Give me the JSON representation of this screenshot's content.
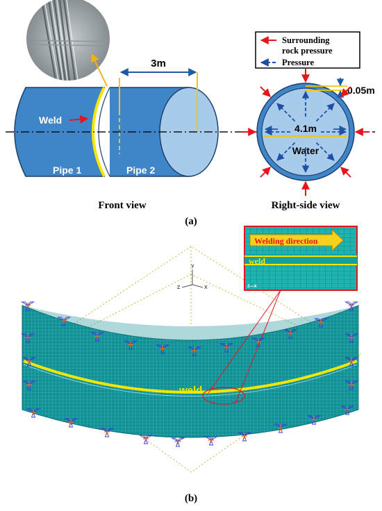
{
  "panel_a": {
    "label": "(a)",
    "front_view": {
      "caption": "Front view",
      "dim_length": "3m",
      "weld_label": "Weld",
      "pipe1_label": "Pipe 1",
      "pipe2_label": "Pipe 2"
    },
    "side_view": {
      "caption": "Right-side view",
      "thickness": "0.05m",
      "diameter": "4.1m",
      "fluid_label": "Water"
    },
    "legend": {
      "rock_pressure_line1": "Surrounding",
      "rock_pressure_line2": "rock pressure",
      "pressure": "Pressure"
    }
  },
  "panel_b": {
    "label": "(b)",
    "weld_label": "weld",
    "inset": {
      "direction_label": "Welding direction",
      "weld_label": "weld",
      "axes_label": "Z—X"
    },
    "axis_triad": {
      "y": "Y",
      "z": "Z",
      "x": "X"
    }
  },
  "colors": {
    "pipe_fill": "#3f86c9",
    "pipe_end": "#a9cbeb",
    "weld": "#f3e600",
    "rock_arrow": "#e8141b",
    "pressure_arrow": "#1f4fa3",
    "dimension": "#1e5aa8",
    "fem_mesh": "#1aa6a6",
    "bc_marker": "#3a3ad8"
  }
}
